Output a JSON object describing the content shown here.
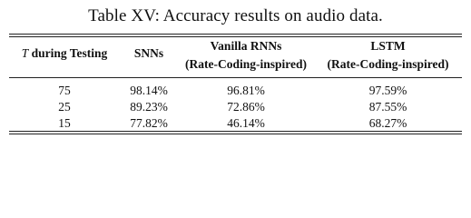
{
  "caption": "Table XV: Accuracy results on audio data.",
  "table": {
    "header": {
      "col0_var": "T",
      "col0_rest": " during Testing",
      "col1": "SNNs",
      "col2_line1": "Vanilla RNNs",
      "col2_line2": "(Rate-Coding-inspired)",
      "col3_line1": "LSTM",
      "col3_line2": "(Rate-Coding-inspired)"
    },
    "rows": [
      {
        "t": "75",
        "snn": "98.14%",
        "rnn": "96.81%",
        "lstm": "97.59%"
      },
      {
        "t": "25",
        "snn": "89.23%",
        "rnn": "72.86%",
        "lstm": "87.55%"
      },
      {
        "t": "15",
        "snn": "77.82%",
        "rnn": "46.14%",
        "lstm": "68.27%"
      }
    ]
  }
}
